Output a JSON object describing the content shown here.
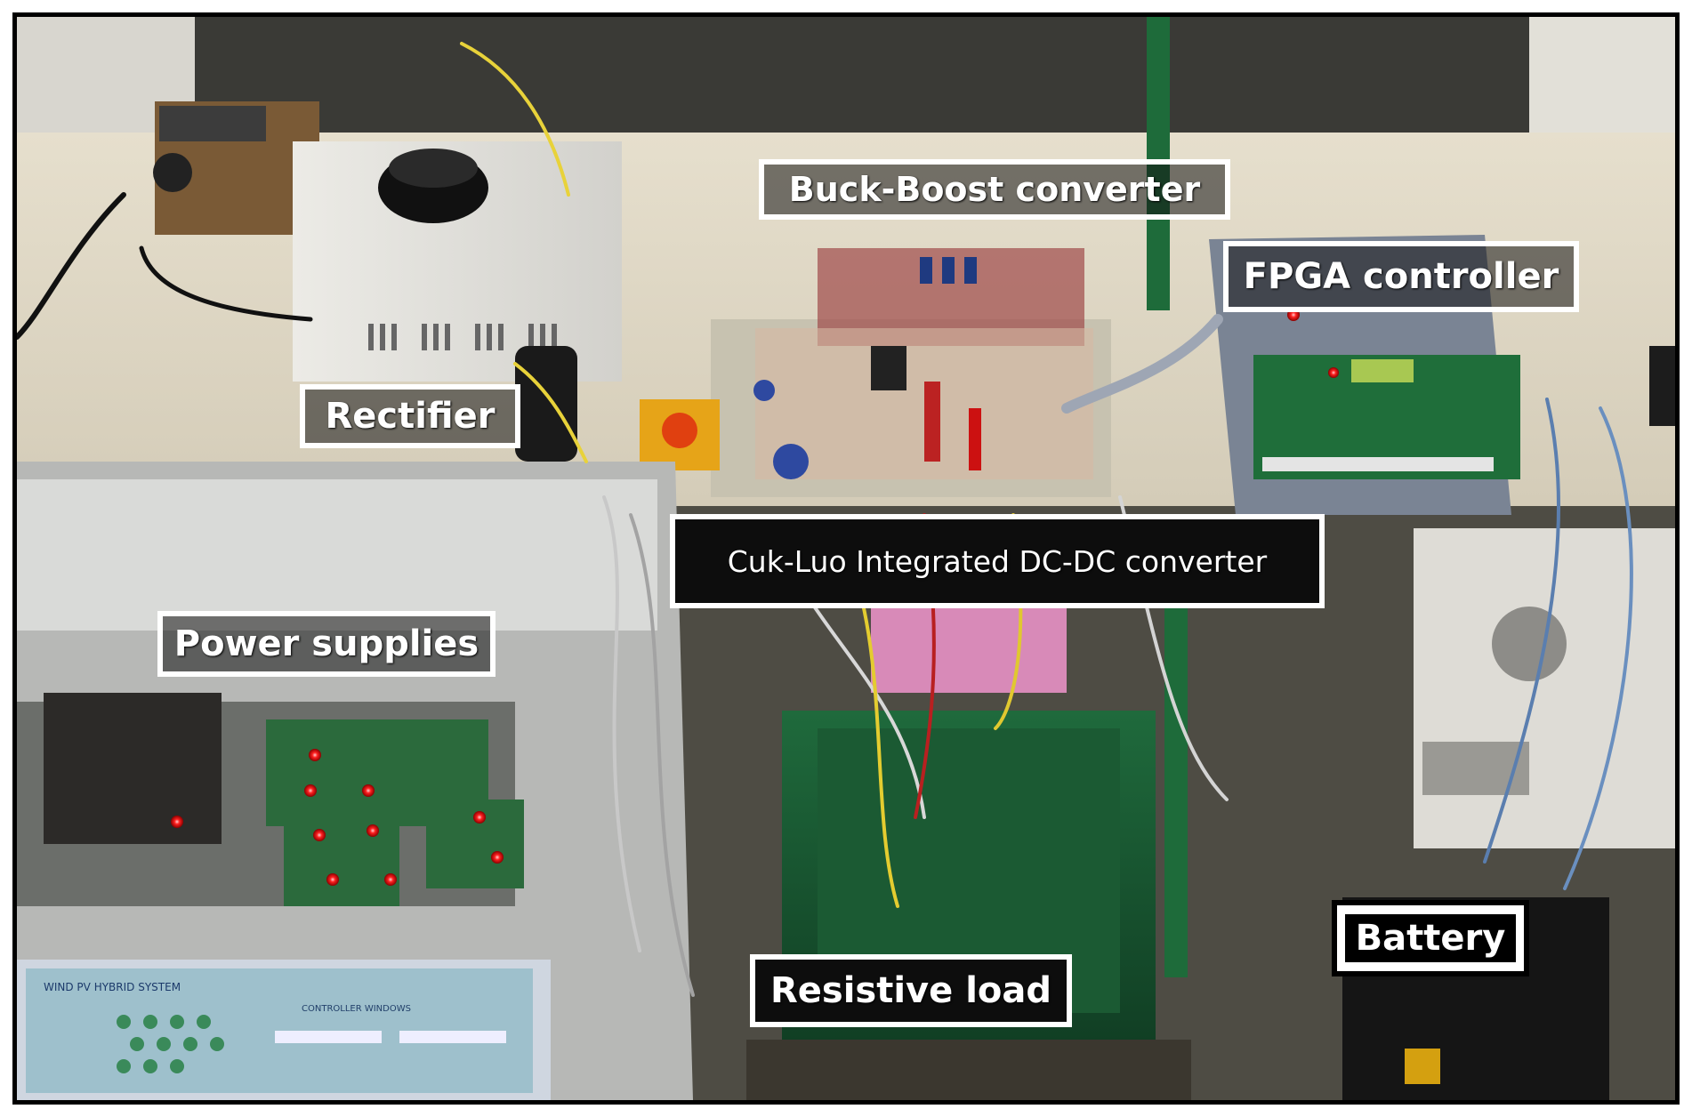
{
  "labels": {
    "buck_boost": "Buck-Boost converter",
    "fpga": "FPGA controller",
    "rectifier": "Rectifier",
    "cuk_luo": "Cuk-Luo Integrated DC-DC converter",
    "power_supplies": "Power supplies",
    "resistive_load": "Resistive load",
    "battery": "Battery"
  },
  "panel_text": {
    "title": "WIND PV HYBRID SYSTEM",
    "controller_subtitle": "CONTROLLER WINDOWS"
  }
}
